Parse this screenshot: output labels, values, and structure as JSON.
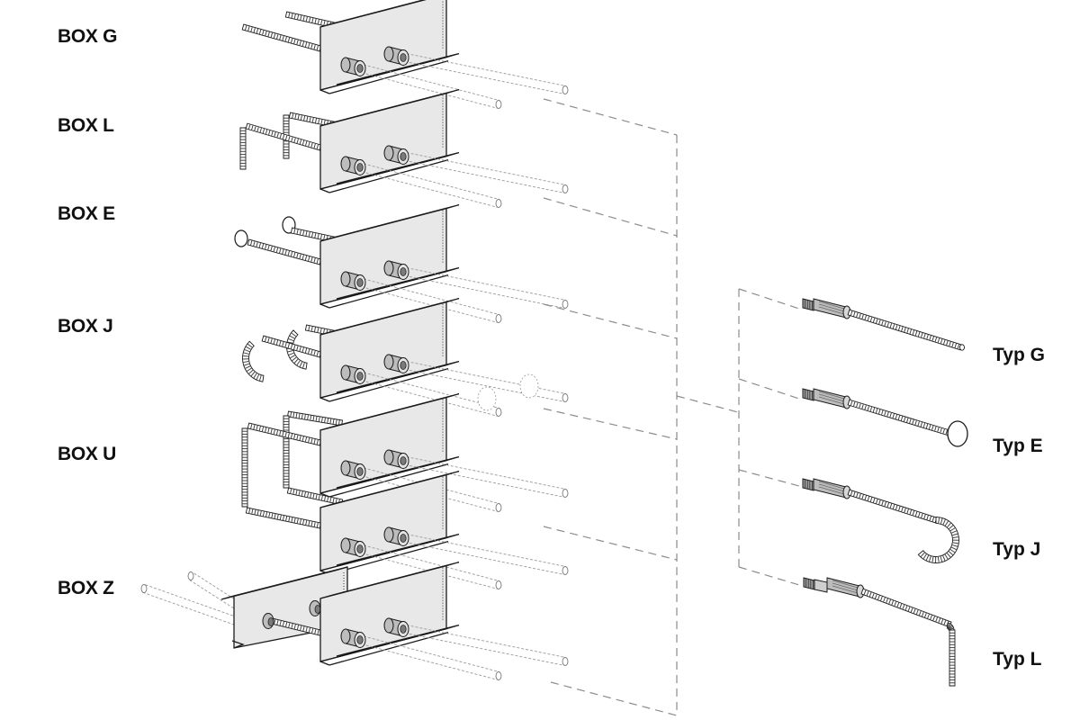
{
  "diagram": {
    "title": "Box anchor types and bar types",
    "colors": {
      "outline": "#1a1a1a",
      "channel_face": "#e8e8e8",
      "sleeve": "#bdbdbd",
      "sleeve_hole": "#7a7a7a",
      "rebar": "#8a8a8a",
      "ghost_line": "#9a9a9a",
      "connector_dash": "#8c8c8c",
      "label": "#111111"
    },
    "boxes": [
      {
        "id": "G",
        "label": "BOX G",
        "bar_shape": "straight"
      },
      {
        "id": "L",
        "label": "BOX L",
        "bar_shape": "bent-L"
      },
      {
        "id": "E",
        "label": "BOX E",
        "bar_shape": "headed-plate"
      },
      {
        "id": "J",
        "label": "BOX J",
        "bar_shape": "hook-J"
      },
      {
        "id": "U",
        "label": "BOX U",
        "bar_shape": "loop-U"
      },
      {
        "id": "Z",
        "label": "BOX Z",
        "bar_shape": "double-channel"
      }
    ],
    "types": [
      {
        "id": "G",
        "label": "Typ G",
        "end_shape": "straight"
      },
      {
        "id": "E",
        "label": "Typ E",
        "end_shape": "headed-plate"
      },
      {
        "id": "J",
        "label": "Typ J",
        "end_shape": "hook"
      },
      {
        "id": "L",
        "label": "Typ L",
        "end_shape": "bent-90"
      }
    ]
  }
}
